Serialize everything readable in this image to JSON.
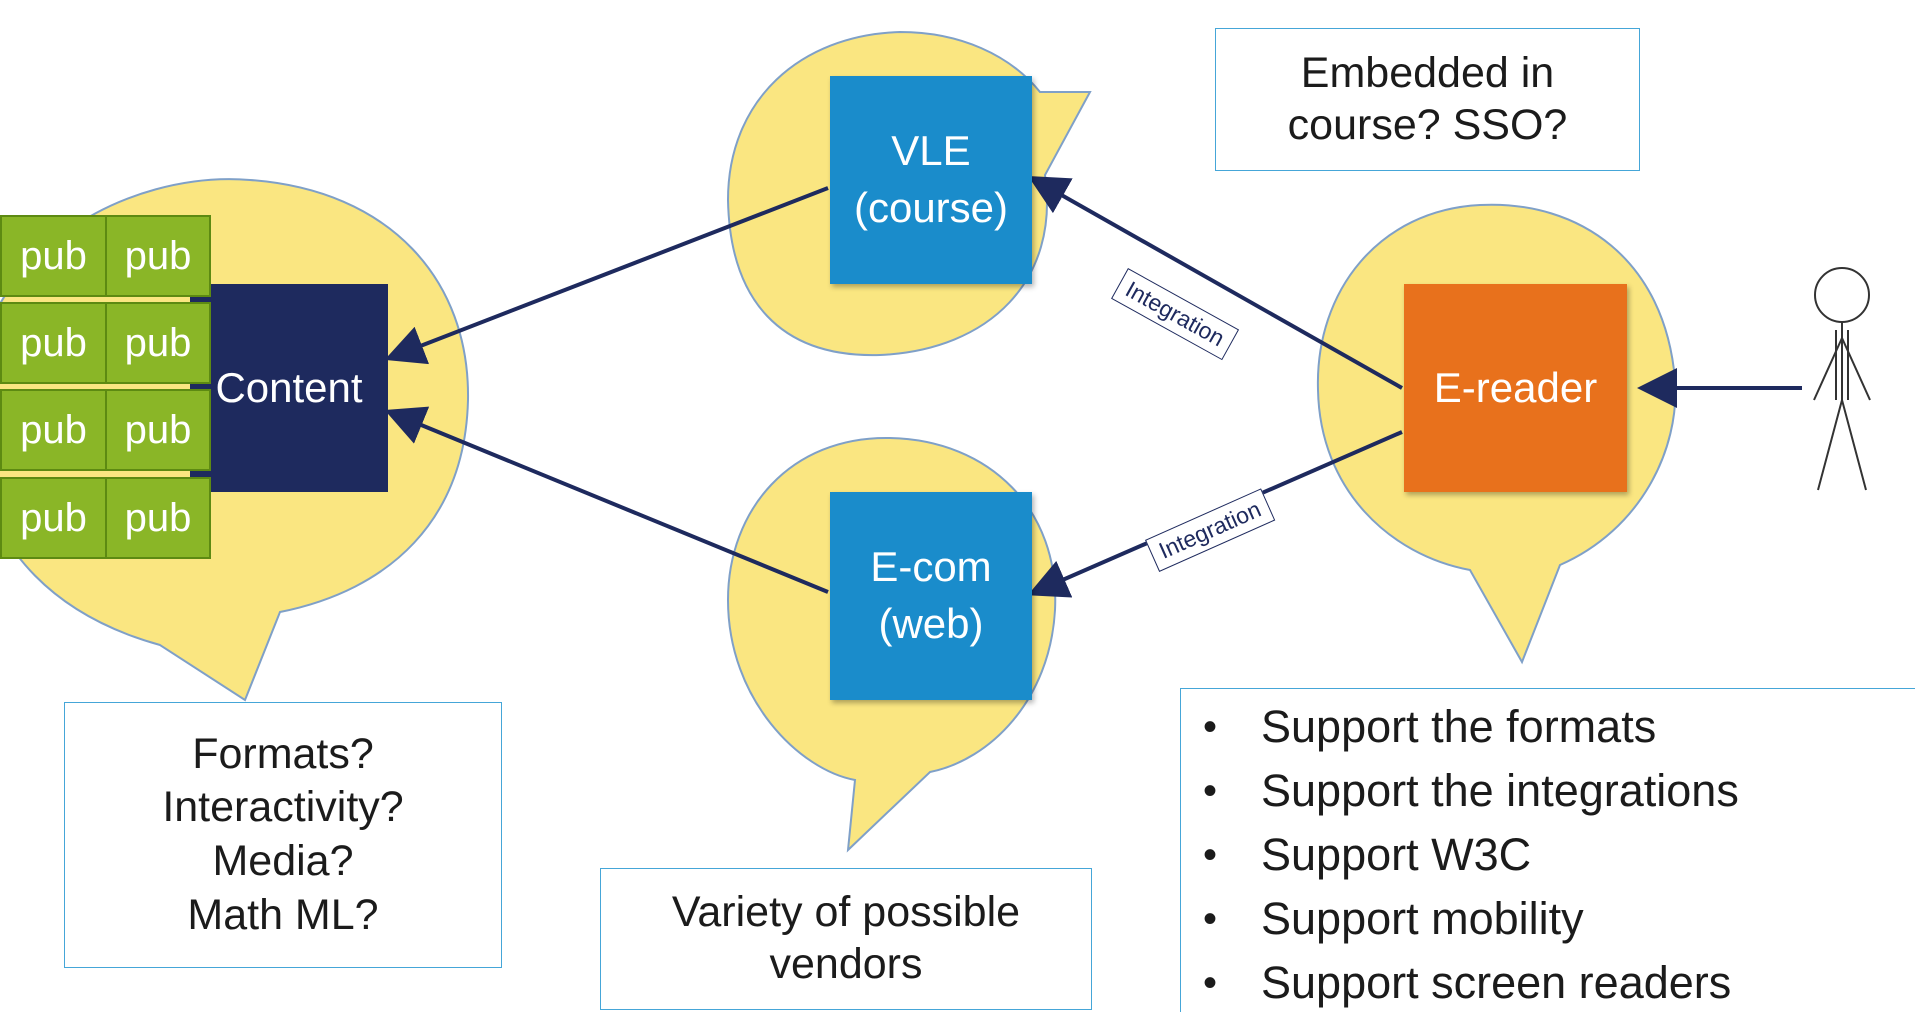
{
  "nodes": {
    "content": "Content",
    "vle_line1": "VLE",
    "vle_line2": "(course)",
    "ecom_line1": "E-com",
    "ecom_line2": "(web)",
    "ereader": "E-reader"
  },
  "pub_label": "pub",
  "pubs": [
    "pub",
    "pub",
    "pub",
    "pub",
    "pub",
    "pub",
    "pub",
    "pub"
  ],
  "integration_labels": [
    "Integration",
    "Integration"
  ],
  "notes": {
    "content": [
      "Formats?",
      "Interactivity?",
      "Media?",
      "Math ML?"
    ],
    "vle": [
      "Embedded in",
      "course? SSO?"
    ],
    "ecom": [
      "Variety of possible",
      "vendors"
    ]
  },
  "ereader_requirements": [
    "Support the formats",
    "Support the integrations",
    "Support W3C",
    "Support mobility",
    "Support screen readers"
  ],
  "colors": {
    "bubble": "#fae681",
    "bubble_stroke": "#7fa0c8",
    "blue": "#1a8ccb",
    "navy": "#1e2a5e",
    "orange": "#e8711c",
    "green": "#8ab627",
    "arrow": "#1e2a5e"
  },
  "icons": {
    "user": "stick-figure-icon"
  }
}
